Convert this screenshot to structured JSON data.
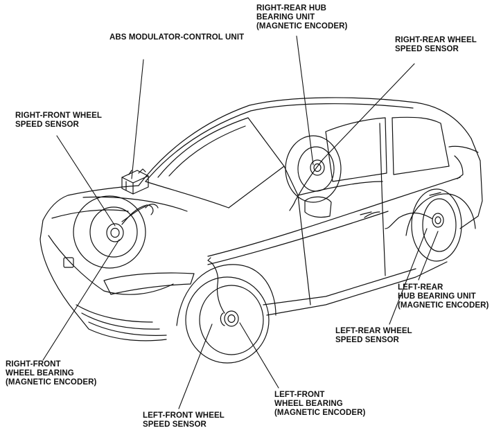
{
  "labels": {
    "abs_unit": [
      "ABS MODULATOR-CONTROL UNIT"
    ],
    "rr_hub_bearing": [
      "RIGHT-REAR HUB",
      "BEARING UNIT",
      "(MAGNETIC ENCODER)"
    ],
    "rr_speed_sensor": [
      "RIGHT-REAR WHEEL",
      "SPEED SENSOR"
    ],
    "rf_speed_sensor": [
      "RIGHT-FRONT WHEEL",
      "SPEED SENSOR"
    ],
    "lr_hub_bearing": [
      "LEFT-REAR",
      "HUB BEARING UNIT",
      "(MAGNETIC ENCODER)"
    ],
    "lr_speed_sensor": [
      "LEFT-REAR WHEEL",
      "SPEED SENSOR"
    ],
    "rf_wheel_bearing": [
      "RIGHT-FRONT",
      "WHEEL BEARING",
      "(MAGNETIC ENCODER)"
    ],
    "lf_speed_sensor": [
      "LEFT-FRONT WHEEL",
      "SPEED SENSOR"
    ],
    "lf_wheel_bearing": [
      "LEFT-FRONT",
      "WHEEL BEARING",
      "(MAGNETIC ENCODER)"
    ]
  },
  "colors": {
    "ink": "#111111",
    "background": "#ffffff"
  }
}
